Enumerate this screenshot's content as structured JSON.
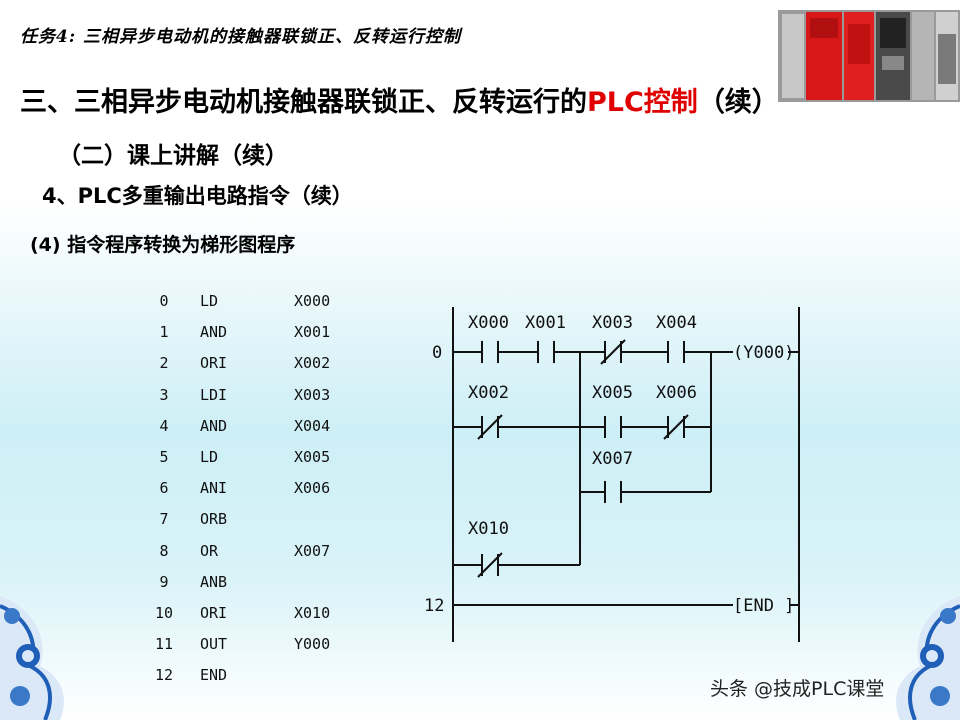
{
  "header": {
    "text": "任务4: 三相异步电动机的接触器联锁正、反转运行控制"
  },
  "title": {
    "part1": "三、三相异步电动机接触器联锁正、反转运行的",
    "part2": "PLC控制",
    "part3": "（续）"
  },
  "subtitle1": "（二）课上讲解（续）",
  "subtitle2": "4、PLC多重输出电路指令（续）",
  "subtitle3": "(4) 指令程序转换为梯形图程序",
  "instruction_list": [
    {
      "step": "0",
      "op": "LD",
      "operand": "X000"
    },
    {
      "step": "1",
      "op": "AND",
      "operand": "X001"
    },
    {
      "step": "2",
      "op": "ORI",
      "operand": "X002"
    },
    {
      "step": "3",
      "op": "LDI",
      "operand": "X003"
    },
    {
      "step": "4",
      "op": "AND",
      "operand": "X004"
    },
    {
      "step": "5",
      "op": "LD",
      "operand": "X005"
    },
    {
      "step": "6",
      "op": "ANI",
      "operand": "X006"
    },
    {
      "step": "7",
      "op": "ORB",
      "operand": ""
    },
    {
      "step": "8",
      "op": "OR",
      "operand": "X007"
    },
    {
      "step": "9",
      "op": "ANB",
      "operand": ""
    },
    {
      "step": "10",
      "op": "ORI",
      "operand": "X010"
    },
    {
      "step": "11",
      "op": "OUT",
      "operand": "Y000"
    },
    {
      "step": "12",
      "op": "END",
      "operand": ""
    }
  ],
  "ladder": {
    "step0": "0",
    "step12": "12",
    "contacts": [
      "X000",
      "X001",
      "X003",
      "X004",
      "X002",
      "X005",
      "X006",
      "X007",
      "X010"
    ],
    "coil": "(Y000)",
    "end": "[END ]"
  },
  "watermark": "头条 @技成PLC课堂",
  "colors": {
    "accent_red": "#e00000",
    "background_cyan": "#cdeff6",
    "ornament_blue": "#1f5fb8"
  }
}
